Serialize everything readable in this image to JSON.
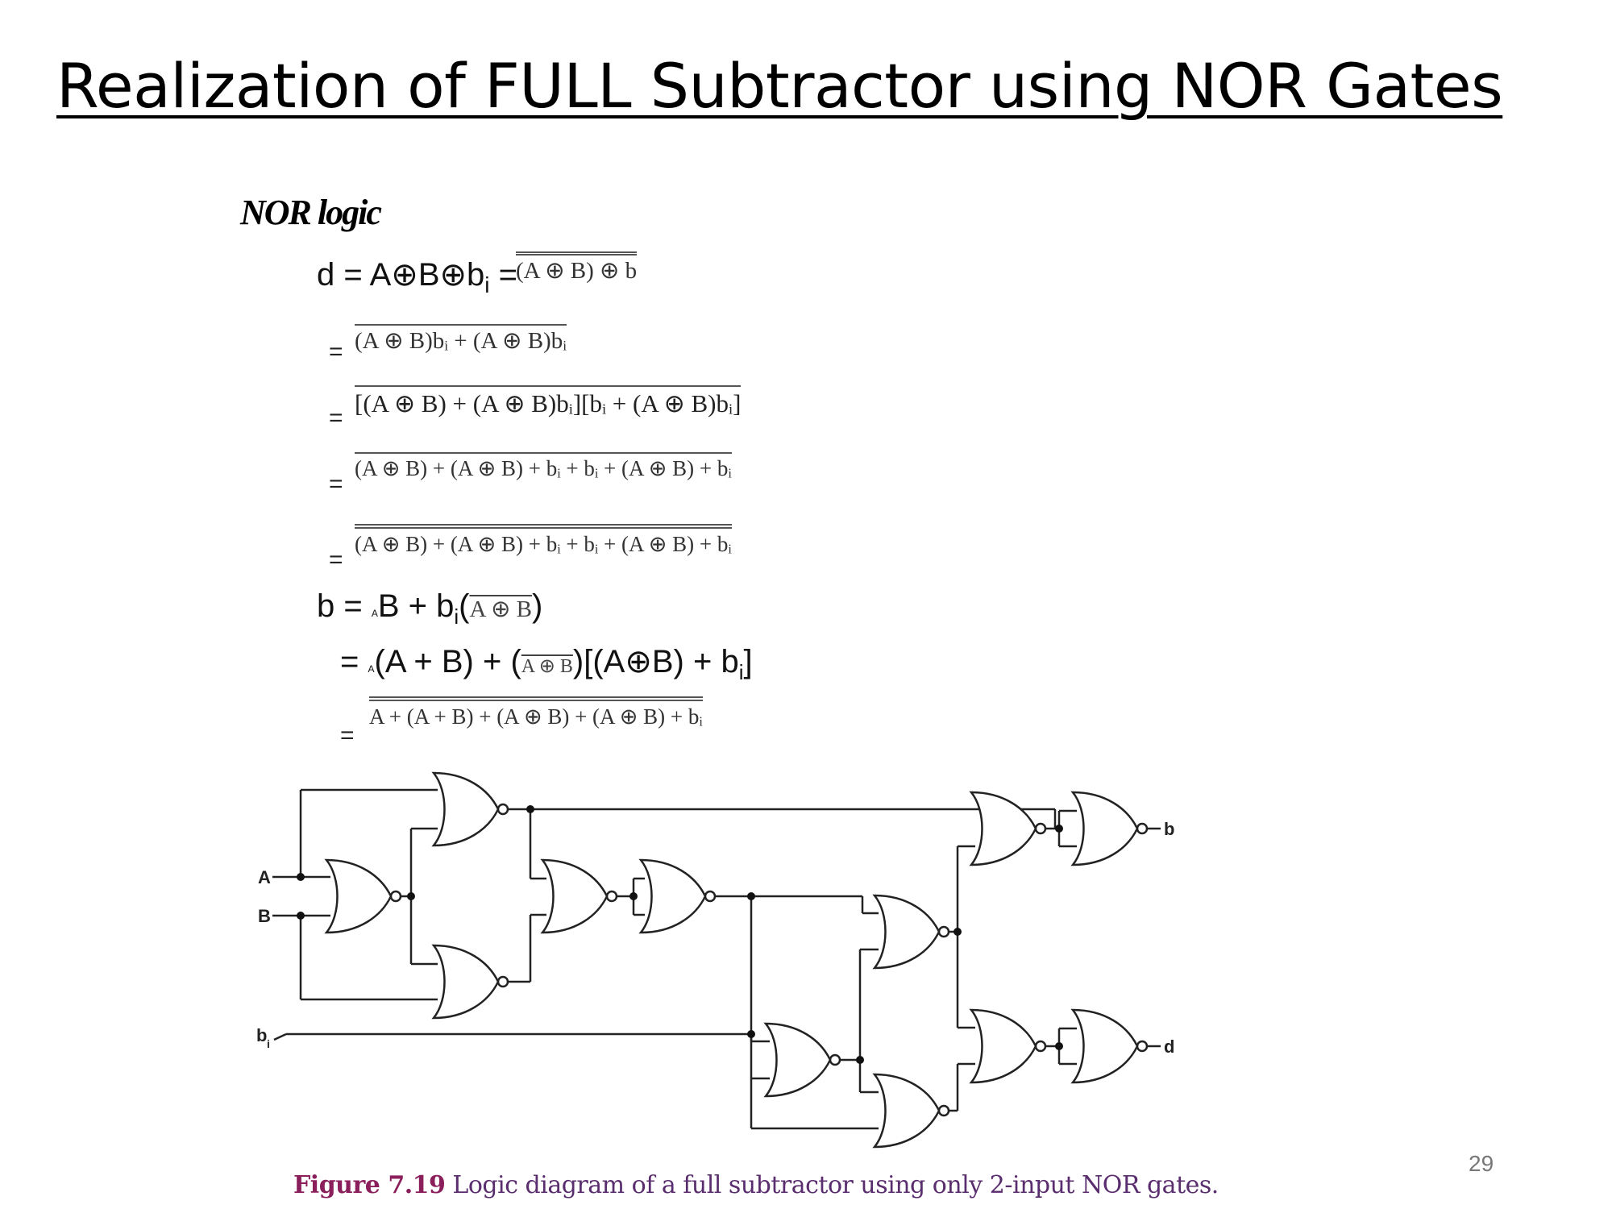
{
  "title": "Realization of FULL Subtractor using NOR Gates",
  "heading": "NOR logic",
  "equations": {
    "d_line1_lhs": "d = A⊕B⊕b",
    "d_line1_sub": "i",
    "d_line1_rhs": "(A ⊕ B) ⊕ b",
    "d_line2": "(A ⊕ B)bᵢ + (A ⊕ B)bᵢ",
    "d_line3": "[(A ⊕ B) + (A ⊕ B)bᵢ][bᵢ + (A ⊕ B)bᵢ]",
    "d_line4": "(A ⊕ B) + (A ⊕ B) + bᵢ + bᵢ + (A ⊕ B) + bᵢ",
    "d_line5": "(A ⊕ B) + (A ⊕ B) + bᵢ + bᵢ + (A ⊕ B) + bᵢ",
    "b_line1_lhs": "b = ",
    "b_line1_mid": "B + b",
    "b_line1_rhs": "A ⊕ B",
    "b_line2": "(A + B) + (",
    "b_line2_mid": "A ⊕ B",
    "b_line2_rhs": ")[(A⊕B) + b",
    "b_line3": "A + (A + B) + (A ⊕ B) + (A ⊕ B) + bᵢ"
  },
  "circuit": {
    "inputs": [
      "A",
      "B",
      "b"
    ],
    "input_b_sub": "i",
    "outputs": [
      "b",
      "d"
    ]
  },
  "caption": {
    "label": "Figure 7.19",
    "text": " Logic diagram of a full subtractor using only 2-input NOR gates."
  },
  "page_number": "29"
}
